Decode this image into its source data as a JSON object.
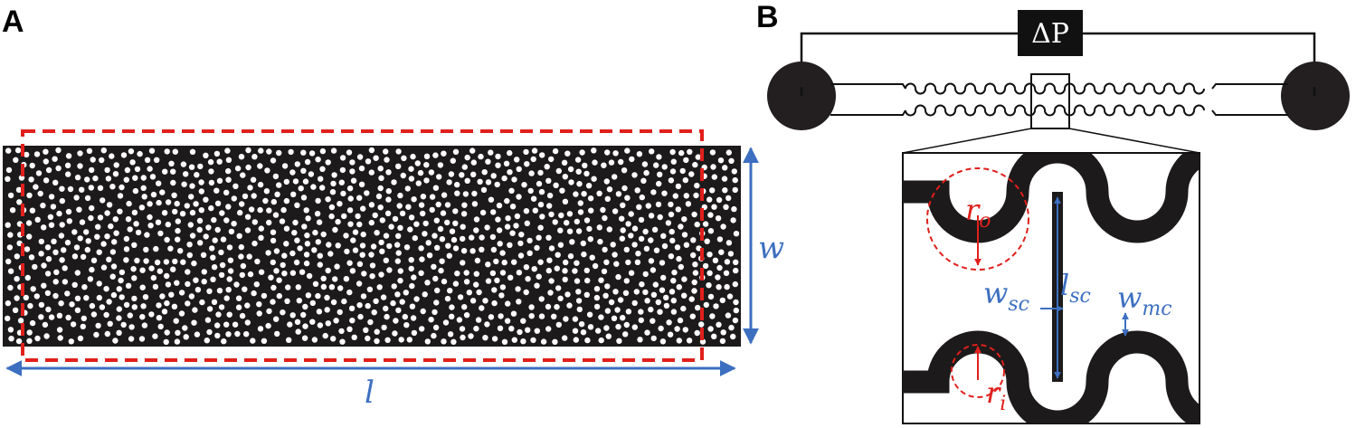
{
  "panels": {
    "a": {
      "label": "A",
      "length_label": "l",
      "width_label": "w"
    },
    "b": {
      "label": "B",
      "pressure_label": "ΔP",
      "r_outer": {
        "main": "r",
        "sub": "o"
      },
      "r_inner": {
        "main": "r",
        "sub": "i"
      },
      "l_sc": {
        "main": "l",
        "sub": "sc"
      },
      "w_sc": {
        "main": "w",
        "sub": "sc"
      },
      "w_mc": {
        "main": "w",
        "sub": "mc"
      }
    }
  },
  "colors": {
    "dimension_blue": "#3d6fc0",
    "roi_red": "#e0201c",
    "medium": "#1c1a1b",
    "pores": "#ffffff"
  }
}
